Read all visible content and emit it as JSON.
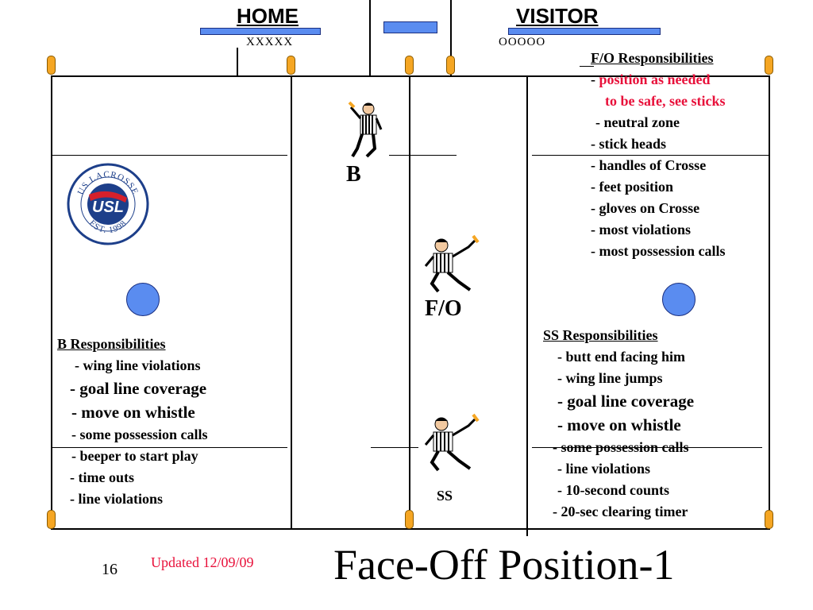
{
  "header": {
    "home": "HOME",
    "home_marks": "XXXXX",
    "visitor": "VISITOR",
    "visitor_marks": "OOOOO"
  },
  "positions": {
    "b": "B",
    "fo": "F/O",
    "ss": "SS"
  },
  "fo_resp": {
    "title": "F/O Responsibilities",
    "dash": "- ",
    "line1": "position as needed",
    "line2": "to be safe, see sticks",
    "items": [
      "- neutral zone",
      "- stick heads",
      "- handles of Crosse",
      "- feet position",
      "- gloves on Crosse",
      "- most violations",
      "- most possession calls"
    ]
  },
  "ss_resp": {
    "title": "SS  Responsibilities",
    "items": [
      "- butt end facing him",
      "- wing line jumps",
      "- goal line coverage",
      "- move on whistle",
      "- some possession calls",
      "- line violations",
      "- 10-second counts",
      "- 20-sec clearing timer"
    ]
  },
  "b_resp": {
    "title": "B  Responsibilities",
    "items": [
      "- wing line violations",
      "- goal line coverage",
      "- move on whistle",
      "- some possession calls",
      "- beeper to start play",
      "- time outs",
      "- line violations"
    ]
  },
  "logo": {
    "top_text": "US LACROSSE",
    "center_text": "USL",
    "bottom_text": "EST. 1998"
  },
  "footer": {
    "page_number": "16",
    "updated": "Updated 12/09/09",
    "slide_title": "Face-Off Position-1"
  },
  "colors": {
    "accent_blue": "#5a8cf0",
    "post_orange": "#f5a623",
    "red_text": "#e8103a"
  }
}
